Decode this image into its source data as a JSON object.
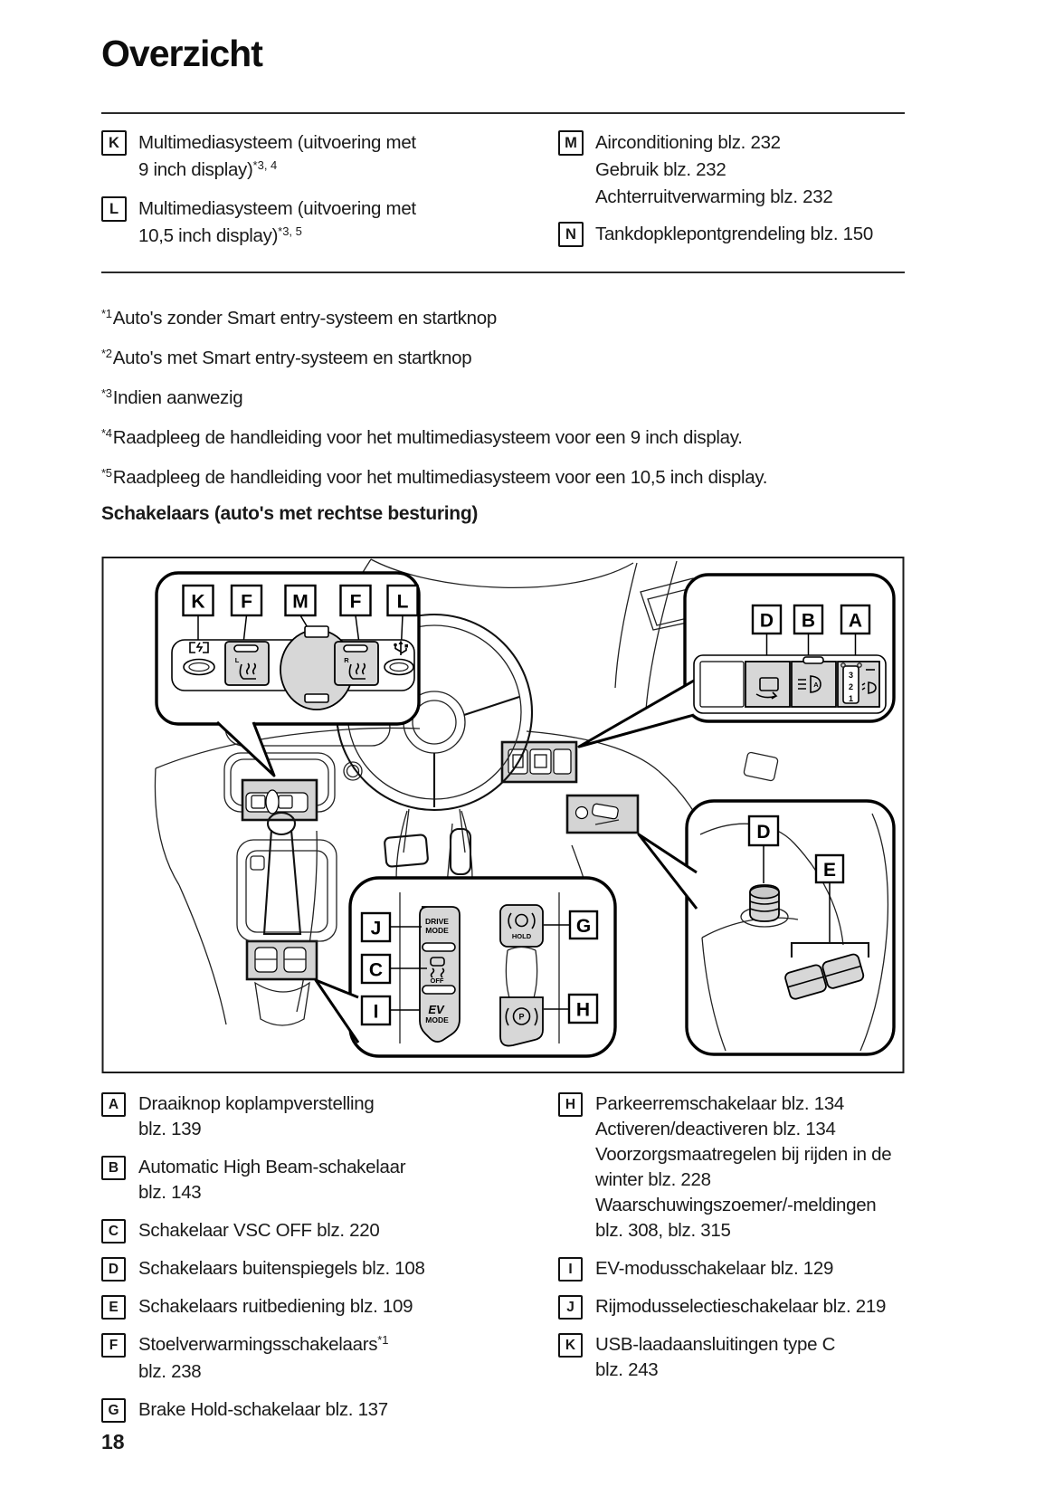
{
  "page": {
    "title": "Overzicht",
    "number": "18"
  },
  "top_list": {
    "left": [
      {
        "letter": "K",
        "line1": "Multimediasysteem (uitvoering met",
        "line2": "9 inch display)",
        "sup": "*3, 4"
      },
      {
        "letter": "L",
        "line1": "Multimediasysteem (uitvoering met",
        "line2": "10,5 inch display)",
        "sup": "*3, 5"
      }
    ],
    "right": [
      {
        "letter": "M",
        "lines": [
          "Airconditioning blz. 232",
          "Gebruik blz. 232",
          "Achterruitverwarming blz. 232"
        ]
      },
      {
        "letter": "N",
        "lines": [
          "Tankdopklepontgrendeling blz. 150"
        ]
      }
    ]
  },
  "footnotes": [
    {
      "mark": "*1",
      "text": "Auto's zonder Smart entry-systeem en startknop"
    },
    {
      "mark": "*2",
      "text": "Auto's met Smart entry-systeem en startknop"
    },
    {
      "mark": "*3",
      "text": "Indien aanwezig"
    },
    {
      "mark": "*4",
      "text": "Raadpleeg de handleiding voor het multimediasysteem voor een 9 inch display."
    },
    {
      "mark": "*5",
      "text": "Raadpleeg de handleiding voor het multimediasysteem voor een 10,5 inch display."
    }
  ],
  "section_heading": "Schakelaars (auto's met rechtse besturing)",
  "diagram": {
    "top_left_letters": [
      "K",
      "F",
      "M",
      "F",
      "L"
    ],
    "top_right_letters": [
      "D",
      "B",
      "A"
    ],
    "console_letters": [
      "J",
      "C",
      "I",
      "G",
      "H"
    ],
    "door_letters": [
      "D",
      "E"
    ],
    "seat_tags": [
      "L",
      "R"
    ],
    "dial_numbers": [
      "3",
      "2",
      "1"
    ],
    "buttons": {
      "drive_mode": [
        "DRIVE",
        "MODE"
      ],
      "vsc_off": "OFF",
      "ev_mode": [
        "EV",
        "MODE"
      ],
      "hold": "HOLD",
      "park": "P",
      "ahb": "A"
    },
    "icons": [
      "usb-charge-icon",
      "seat-heater-left-icon",
      "fuel-lid-opener",
      "seat-heater-right-icon",
      "usb-icon",
      "mirror-fold-icon",
      "auto-high-beam-icon",
      "headlight-level-dial",
      "vsc-off-icon",
      "brake-hold-icon",
      "parking-brake-icon",
      "mirror-control-knob",
      "window-switches"
    ]
  },
  "bottom_list": {
    "left": [
      {
        "letter": "A",
        "lines": [
          "Draaiknop koplampverstelling",
          "blz. 139"
        ]
      },
      {
        "letter": "B",
        "lines": [
          "Automatic High Beam-schakelaar",
          "blz. 143"
        ]
      },
      {
        "letter": "C",
        "lines": [
          "Schakelaar VSC OFF blz. 220"
        ]
      },
      {
        "letter": "D",
        "lines": [
          "Schakelaars buitenspiegels blz. 108"
        ]
      },
      {
        "letter": "E",
        "lines": [
          "Schakelaars ruitbediening blz. 109"
        ]
      },
      {
        "letter": "F",
        "lines": [
          "Stoelverwarmingsschakelaars",
          "blz. 238"
        ],
        "sup": "*1"
      },
      {
        "letter": "G",
        "lines": [
          "Brake Hold-schakelaar blz. 137"
        ]
      }
    ],
    "right": [
      {
        "letter": "H",
        "lines": [
          "Parkeerremschakelaar blz. 134",
          "Activeren/deactiveren blz. 134",
          "Voorzorgsmaatregelen bij rijden in de",
          "winter blz. 228",
          "Waarschuwingszoemer/-meldingen",
          "blz. 308, blz. 315"
        ]
      },
      {
        "letter": "I",
        "lines": [
          "EV-modusschakelaar blz. 129"
        ]
      },
      {
        "letter": "J",
        "lines": [
          "Rijmodusselectieschakelaar blz. 219"
        ]
      },
      {
        "letter": "K",
        "lines": [
          "USB-laadaansluitingen type C",
          "blz. 243"
        ]
      }
    ]
  }
}
